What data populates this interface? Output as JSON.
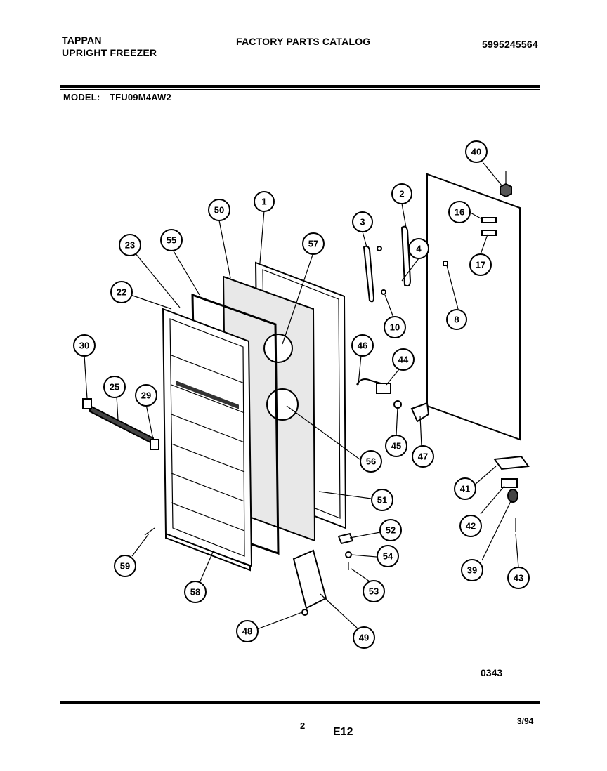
{
  "header": {
    "brand": "TAPPAN",
    "product": "UPRIGHT FREEZER",
    "catalog_title": "FACTORY PARTS CATALOG",
    "catalog_number": "5995245564",
    "model_label": "MODEL:",
    "model_value": "TFU09M4AW2"
  },
  "diagram": {
    "callouts": [
      {
        "id": "c1",
        "label": "1"
      },
      {
        "id": "c2",
        "label": "2"
      },
      {
        "id": "c3",
        "label": "3"
      },
      {
        "id": "c4",
        "label": "4"
      },
      {
        "id": "c8",
        "label": "8"
      },
      {
        "id": "c10",
        "label": "10"
      },
      {
        "id": "c16",
        "label": "16"
      },
      {
        "id": "c17",
        "label": "17"
      },
      {
        "id": "c22",
        "label": "22"
      },
      {
        "id": "c23",
        "label": "23"
      },
      {
        "id": "c25",
        "label": "25"
      },
      {
        "id": "c29",
        "label": "29"
      },
      {
        "id": "c30",
        "label": "30"
      },
      {
        "id": "c39",
        "label": "39"
      },
      {
        "id": "c40",
        "label": "40"
      },
      {
        "id": "c41",
        "label": "41"
      },
      {
        "id": "c42",
        "label": "42"
      },
      {
        "id": "c43",
        "label": "43"
      },
      {
        "id": "c44",
        "label": "44"
      },
      {
        "id": "c45",
        "label": "45"
      },
      {
        "id": "c46",
        "label": "46"
      },
      {
        "id": "c47",
        "label": "47"
      },
      {
        "id": "c48",
        "label": "48"
      },
      {
        "id": "c49",
        "label": "49"
      },
      {
        "id": "c50",
        "label": "50"
      },
      {
        "id": "c51",
        "label": "51"
      },
      {
        "id": "c52",
        "label": "52"
      },
      {
        "id": "c53",
        "label": "53"
      },
      {
        "id": "c54",
        "label": "54"
      },
      {
        "id": "c55",
        "label": "55"
      },
      {
        "id": "c56",
        "label": "56"
      },
      {
        "id": "c57",
        "label": "57"
      },
      {
        "id": "c58",
        "label": "58"
      },
      {
        "id": "c59",
        "label": "59"
      }
    ],
    "figure_code": "0343"
  },
  "footer": {
    "page_number": "2",
    "section_code": "E12",
    "date_code": "3/94"
  }
}
